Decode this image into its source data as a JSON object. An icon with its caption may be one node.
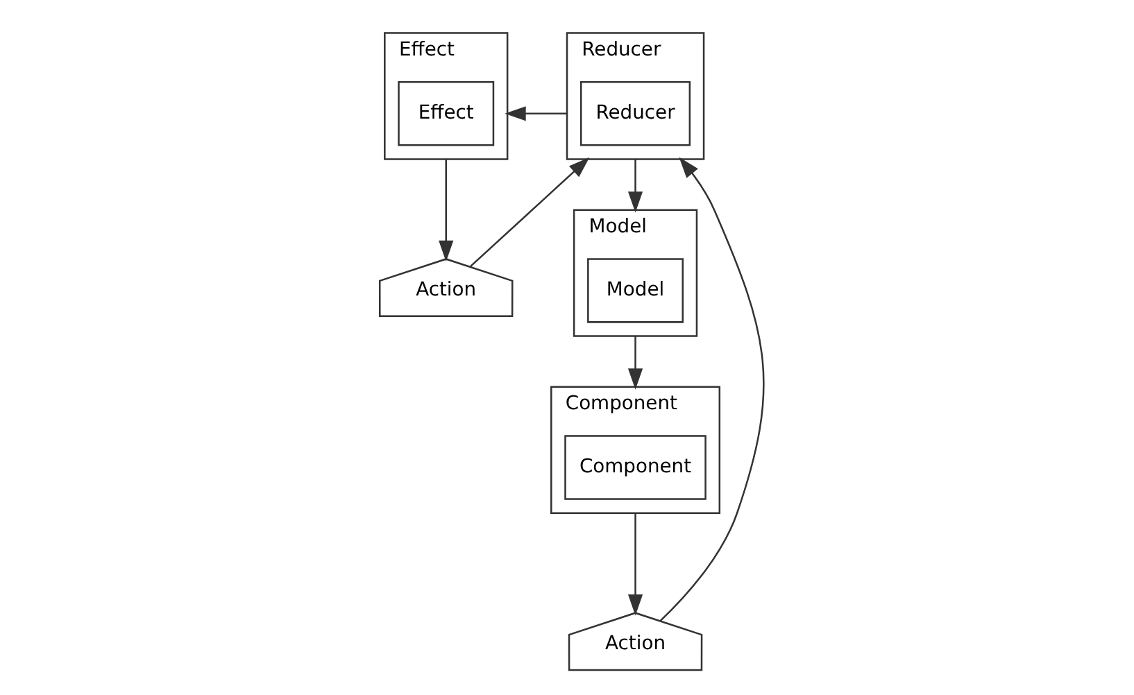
{
  "diagram": {
    "nodes": [
      {
        "text": [
          "Effect"
        ]
      },
      {
        "text": [
          "Effect"
        ],
        "in": 0
      },
      {
        "text": [
          "Reducer"
        ]
      },
      {
        "text": [
          "Reducer"
        ],
        "in": 2
      },
      {
        "text": [
          "Model"
        ]
      },
      {
        "text": [
          "Model"
        ],
        "in": 4
      },
      {
        "text": [
          "Component"
        ]
      },
      {
        "text": [
          "Component"
        ],
        "in": 6
      },
      {
        "text": [
          "Action"
        ]
      },
      {
        "text": [
          "Action"
        ]
      }
    ],
    "edges": [
      {
        "from": 2,
        "to": 0,
        "arrow": "to"
      },
      {
        "from": 2,
        "to": 4,
        "arrow": "to"
      },
      {
        "from": 4,
        "to": 6,
        "arrow": "to"
      },
      {
        "from": 6,
        "to": 8,
        "arrow": "to"
      },
      {
        "from": 8,
        "to": 2,
        "arrow": "to"
      },
      {
        "from": 0,
        "to": 9,
        "arrow": "to"
      },
      {
        "from": 9,
        "to": 2,
        "arrow": "to"
      }
    ]
  }
}
